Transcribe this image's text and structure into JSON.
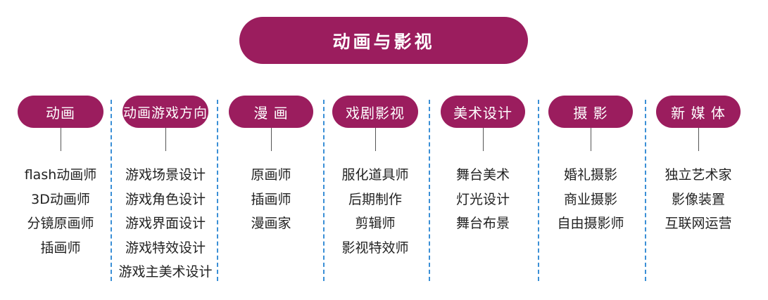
{
  "colors": {
    "accent": "#9b1d5e",
    "divider": "#3a8fd6",
    "text": "#222222"
  },
  "root": {
    "title": "动画与影视"
  },
  "categories": [
    {
      "label": "动画",
      "items": [
        "flash动画师",
        "3D动画师",
        "分镜原画师",
        "插画师"
      ]
    },
    {
      "label": "动画游戏方向",
      "items": [
        "游戏场景设计",
        "游戏角色设计",
        "游戏界面设计",
        "游戏特效设计",
        "游戏主美术设计"
      ]
    },
    {
      "label": "漫 画",
      "items": [
        "原画师",
        "插画师",
        "漫画家"
      ]
    },
    {
      "label": "戏剧影视",
      "items": [
        "服化道具师",
        "后期制作",
        "剪辑师",
        "影视特效师"
      ]
    },
    {
      "label": "美术设计",
      "items": [
        "舞台美术",
        "灯光设计",
        "舞台布景"
      ]
    },
    {
      "label": "摄 影",
      "items": [
        "婚礼摄影",
        "商业摄影",
        "自由摄影师"
      ]
    },
    {
      "label": "新 媒 体",
      "items": [
        "独立艺术家",
        "影像装置",
        "互联网运营"
      ]
    }
  ]
}
